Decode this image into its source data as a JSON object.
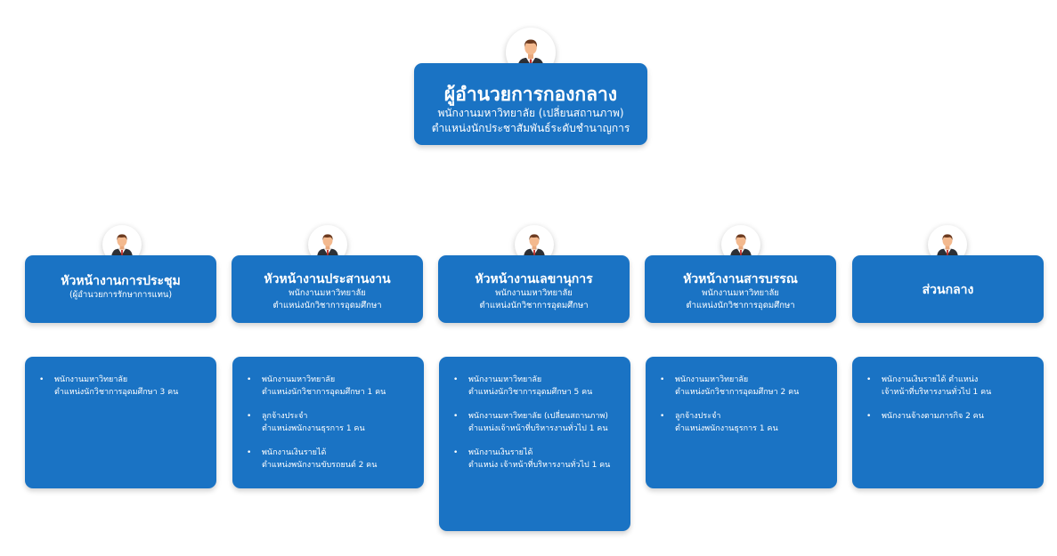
{
  "colors": {
    "box": "#1a73c4",
    "text": "#ffffff"
  },
  "director": {
    "icon": "person-avatar-icon",
    "title": "ผู้อำนวยการกองกลาง",
    "line1": "พนักงานมหาวิทยาลัย (เปลี่ยนสถานภาพ)",
    "line2": "ตำแหน่งนักประชาสัมพันธ์ระดับชำนาญการ"
  },
  "departments": [
    {
      "title": "หัวหน้างานการประชุม",
      "sub1": "(ผู้อำนวยการรักษาการแทน)",
      "sub2": "",
      "items": [
        {
          "line1": "พนักงานมหาวิทยาลัย",
          "line2": "ตำแหน่งนักวิชาการอุดมศึกษา 3 คน"
        }
      ]
    },
    {
      "title": "หัวหน้างานประสานงาน",
      "sub1": "พนักงานมหาวิทยาลัย",
      "sub2": "ตำแหน่งนักวิชาการอุดมศึกษา",
      "items": [
        {
          "line1": "พนักงานมหาวิทยาลัย",
          "line2": "ตำแหน่งนักวิชาการอุดมศึกษา 1 คน"
        },
        {
          "line1": "ลูกจ้างประจำ",
          "line2": "ตำแหน่งพนักงานธุรการ 1 คน"
        },
        {
          "line1": "พนักงานเงินรายได้",
          "line2": "ตำแหน่งพนักงานขับรถยนต์ 2 คน"
        }
      ]
    },
    {
      "title": "หัวหน้างานเลขานุการ",
      "sub1": "พนักงานมหาวิทยาลัย",
      "sub2": "ตำแหน่งนักวิชาการอุดมศึกษา",
      "items": [
        {
          "line1": "พนักงานมหาวิทยาลัย",
          "line2": "ตำแหน่งนักวิชาการอุดมศึกษา 5 คน"
        },
        {
          "line1": "พนักงานมหาวิทยาลัย (เปลี่ยนสถานภาพ)",
          "line2": "ตำแหน่งเจ้าหน้าที่บริหารงานทั่วไป 1 คน"
        },
        {
          "line1": "พนักงานเงินรายได้",
          "line2": "ตำแหน่ง เจ้าหน้าที่บริหารงานทั่วไป 1 คน"
        }
      ]
    },
    {
      "title": "หัวหน้างานสารบรรณ",
      "sub1": "พนักงานมหาวิทยาลัย",
      "sub2": "ตำแหน่งนักวิชาการอุดมศึกษา",
      "items": [
        {
          "line1": "พนักงานมหาวิทยาลัย",
          "line2": "ตำแหน่งนักวิชาการอุดมศึกษา 2 คน"
        },
        {
          "line1": "ลูกจ้างประจำ",
          "line2": "ตำแหน่งพนักงานธุรการ 1 คน"
        }
      ]
    },
    {
      "title": "ส่วนกลาง",
      "sub1": "",
      "sub2": "",
      "items": [
        {
          "line1": "พนักงานเงินรายได้ ตำแหน่ง",
          "line2": "เจ้าหน้าที่บริหารงานทั่วไป 1 คน"
        },
        {
          "line1": "พนักงานจ้างตามภารกิจ 2 คน",
          "line2": ""
        }
      ]
    }
  ]
}
